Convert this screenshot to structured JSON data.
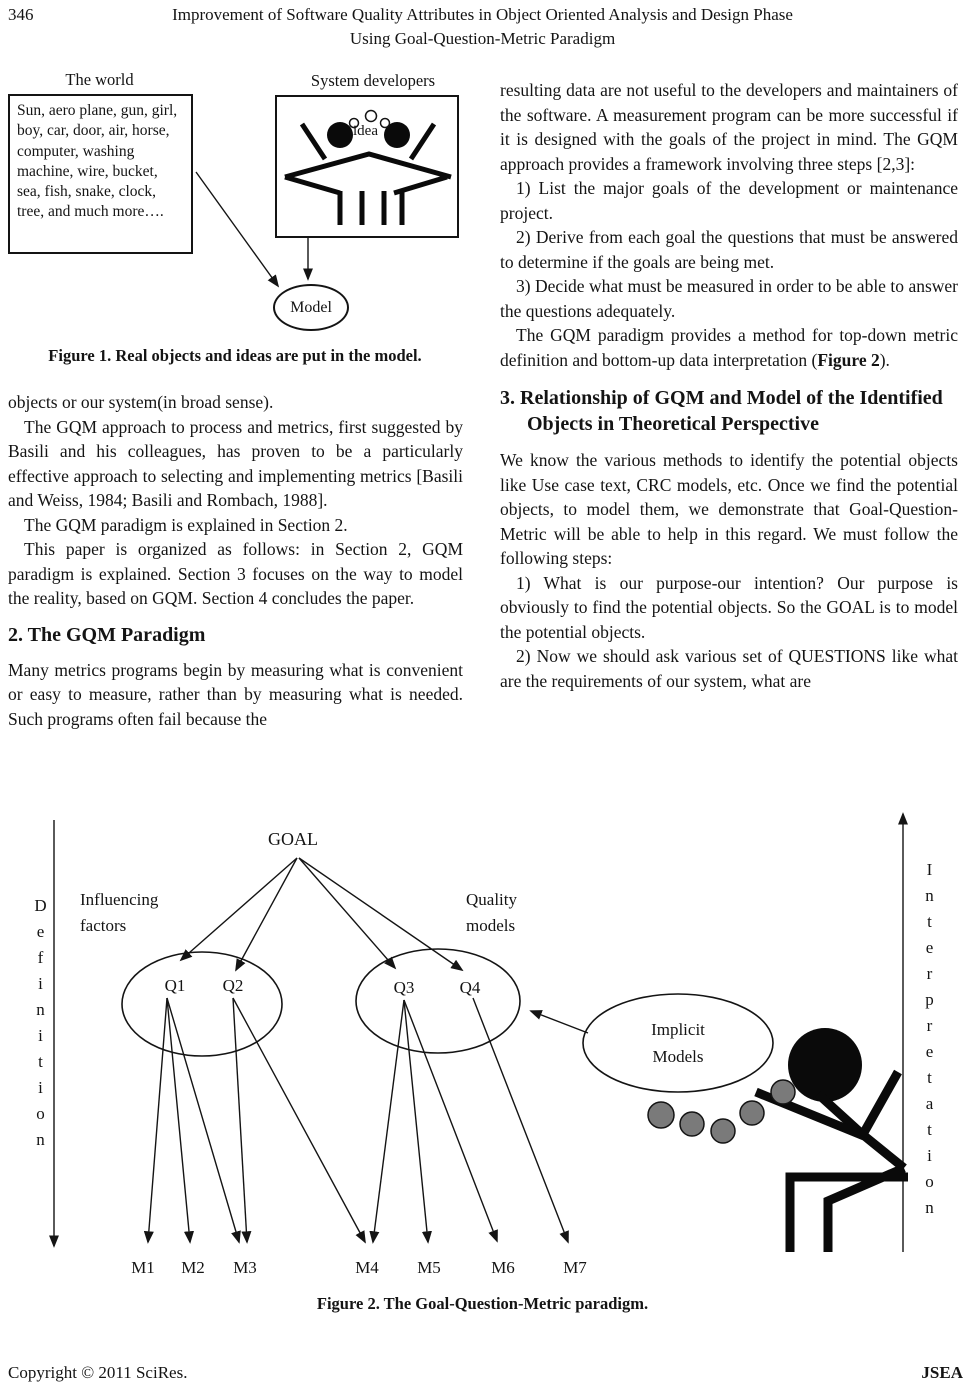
{
  "page": {
    "number": "346",
    "title_line1": "Improvement of Software Quality Attributes in Object Oriented Analysis and Design Phase",
    "title_line2": "Using Goal-Question-Metric Paradigm",
    "footer_left": "Copyright © 2011 SciRes.",
    "footer_right": "JSEA"
  },
  "figure1": {
    "world_label": "The world",
    "world_text": "Sun, aero plane, gun, girl, boy, car, door, air, horse, computer, washing machine, wire, bucket, sea, fish, snake, clock, tree, and much more….",
    "developers_label": "System developers",
    "idea_label": "idea",
    "model_label": "Model",
    "caption": "Figure 1. Real objects and ideas are put in the model."
  },
  "left_column": {
    "p1": "objects or our system(in broad sense).",
    "p2": "The GQM approach to process and metrics, first suggested by Basili and his colleagues, has proven to be a particularly effective approach to selecting and implementing metrics [Basili and Weiss, 1984; Basili and Rombach, 1988].",
    "p3": "The GQM paradigm is explained in Section 2.",
    "p4": "This paper is organized as follows: in Section 2, GQM paradigm is explained. Section 3 focuses on the way to model the reality, based on GQM. Section 4 concludes the paper.",
    "heading2": "2. The GQM Paradigm",
    "p5": "Many metrics programs begin by measuring what is convenient or easy to measure, rather than by measuring what is needed. Such programs often fail because the"
  },
  "right_column": {
    "p1": "resulting data are not useful to the developers and maintainers of the software. A measurement program can be more successful if it is designed with the goals of the project in mind. The GQM approach provides a framework involving three steps [2,3]:",
    "p2": "1) List the major goals of the development or maintenance project.",
    "p3": "2) Derive from each goal the questions that must be answered to determine if the goals are being met.",
    "p4": "3) Decide what must be measured in order to be able to answer the questions adequately.",
    "p5_pre": "The GQM paradigm provides a method for top-down metric definition and bottom-up data interpretation (",
    "p5_bold": "Figure 2",
    "p5_post": ").",
    "heading3": "3. Relationship of GQM and Model of the Identified Objects in Theoretical Perspective",
    "p6": "We know the various methods to identify the potential objects like Use case text, CRC models, etc. Once we find the potential objects, to model them, we demonstrate that Goal-Question-Metric will be able to help in this regard. We must follow the following steps:",
    "p7": "1) What is our purpose-our intention? Our purpose is obviously to find the potential objects. So the GOAL is to model the potential objects.",
    "p8": "2) Now we should ask various set of QUESTIONS like what are the requirements of our system, what are"
  },
  "figure2": {
    "goal_label": "GOAL",
    "influencing_factors": "Influencing factors",
    "quality_models": "Quality models",
    "implicit_models": "Implicit Models",
    "definition_axis": "Definition",
    "interpretation_axis": "Interpretation",
    "questions": [
      "Q1",
      "Q2",
      "Q3",
      "Q4"
    ],
    "metrics": [
      "M1",
      "M2",
      "M3",
      "M4",
      "M5",
      "M6",
      "M7"
    ],
    "caption": "Figure 2. The Goal-Question-Metric paradigm."
  }
}
